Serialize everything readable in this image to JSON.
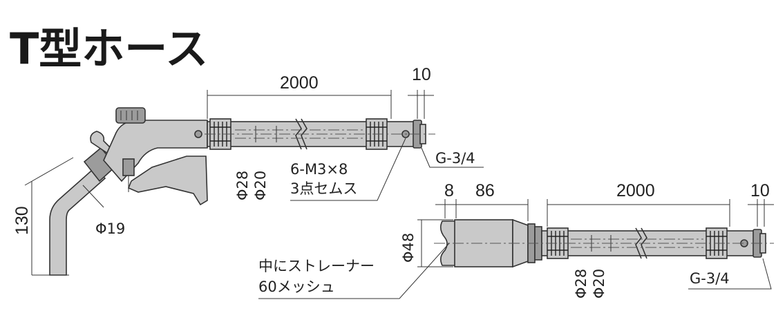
{
  "title": "T型ホース",
  "nozzle_hose": {
    "length": "2000",
    "fitting_length": "10",
    "thread": "G-3/4",
    "dia_outer": "Φ28",
    "dia_inner": "Φ20",
    "screws_line1": "6-M3×8",
    "screws_line2": "3点セムス",
    "spout_height": "130",
    "spout_dia": "Φ19"
  },
  "suction_hose": {
    "strainer_len1": "8",
    "strainer_len2": "86",
    "length": "2000",
    "fitting_length": "10",
    "strainer_dia": "Φ48",
    "thread": "G-3/4",
    "dia_outer": "Φ28",
    "dia_inner": "Φ20",
    "strainer_note_line1": "中にストレーナー",
    "strainer_note_line2": "60メッシュ"
  }
}
